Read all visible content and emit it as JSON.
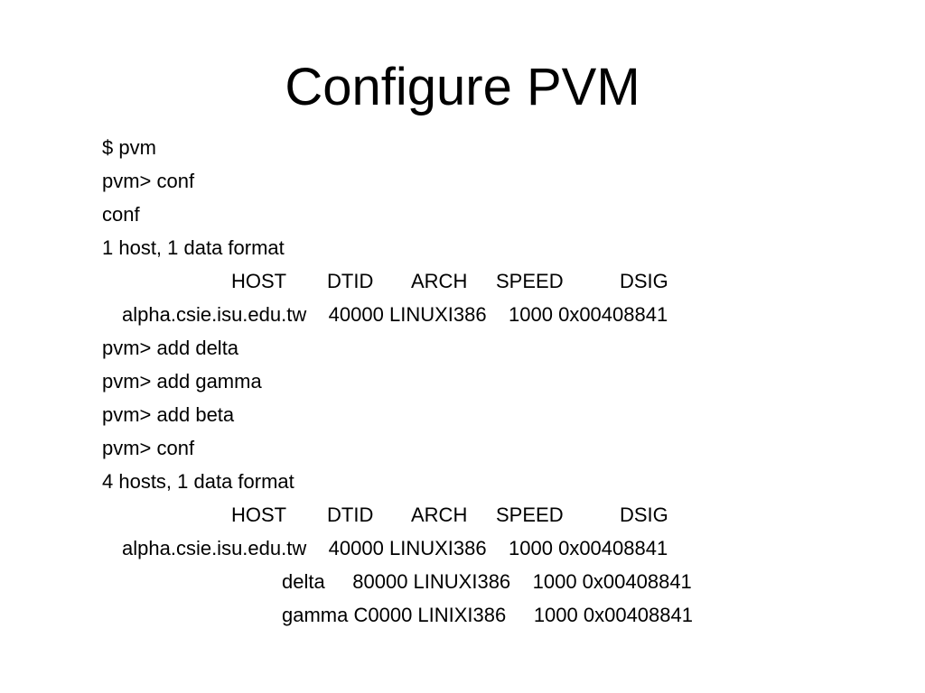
{
  "slide": {
    "title": "Configure PVM",
    "lines": [
      {
        "text": "$ pvm"
      },
      {
        "text": "pvm> conf"
      },
      {
        "text": "conf"
      },
      {
        "text": "1 host, 1 data format"
      },
      {
        "cols": [
          "HOST",
          "DTID",
          "ARCH",
          "SPEED",
          "DSIG"
        ]
      },
      {
        "text": "alpha.csie.isu.edu.tw    40000 LINUXI386    1000 0x00408841"
      },
      {
        "text": "pvm> add delta"
      },
      {
        "text": "pvm> add gamma"
      },
      {
        "text": "pvm> add beta"
      },
      {
        "text": "pvm> conf"
      },
      {
        "text": "4 hosts, 1 data format"
      },
      {
        "cols": [
          "HOST",
          "DTID",
          "ARCH",
          "SPEED",
          "DSIG"
        ]
      },
      {
        "text": "alpha.csie.isu.edu.tw    40000 LINUXI386    1000 0x00408841"
      },
      {
        "text": "delta     80000 LINUXI386    1000 0x00408841"
      },
      {
        "text": "gamma C0000 LINIXI386     1000 0x00408841"
      }
    ]
  }
}
